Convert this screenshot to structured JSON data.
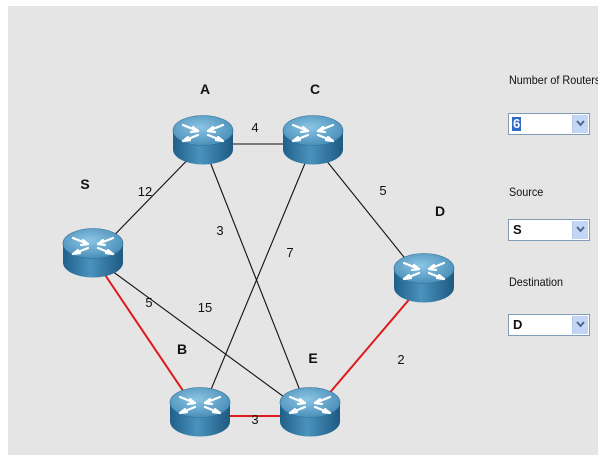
{
  "graph": {
    "nodes": [
      {
        "id": "S",
        "label": "S"
      },
      {
        "id": "A",
        "label": "A"
      },
      {
        "id": "C",
        "label": "C"
      },
      {
        "id": "D",
        "label": "D"
      },
      {
        "id": "B",
        "label": "B"
      },
      {
        "id": "E",
        "label": "E"
      }
    ],
    "edges": [
      {
        "from": "A",
        "to": "C",
        "weight": "4",
        "highlighted": false
      },
      {
        "from": "S",
        "to": "A",
        "weight": "12",
        "highlighted": false
      },
      {
        "from": "C",
        "to": "D",
        "weight": "5",
        "highlighted": false
      },
      {
        "from": "A",
        "to": "E",
        "weight": "3",
        "highlighted": false
      },
      {
        "from": "C",
        "to": "B",
        "weight": "7",
        "highlighted": false
      },
      {
        "from": "S",
        "to": "E",
        "weight": "15",
        "highlighted": false
      },
      {
        "from": "S",
        "to": "B",
        "weight": "5",
        "highlighted": true
      },
      {
        "from": "B",
        "to": "E",
        "weight": "3",
        "highlighted": true
      },
      {
        "from": "E",
        "to": "D",
        "weight": "2",
        "highlighted": true
      }
    ]
  },
  "controls": {
    "routers": {
      "label": "Number of Routers",
      "value": "6"
    },
    "source": {
      "label": "Source",
      "value": "S"
    },
    "destination": {
      "label": "Destination",
      "value": "D"
    }
  },
  "colors": {
    "path_edge": "#dd1a1a",
    "normal_edge": "#111111",
    "panel_bg": "#e5e5e5",
    "router_body": "#3a80ab"
  },
  "icons": {
    "router": "router-icon",
    "dropdown": "chevron-down-icon"
  }
}
